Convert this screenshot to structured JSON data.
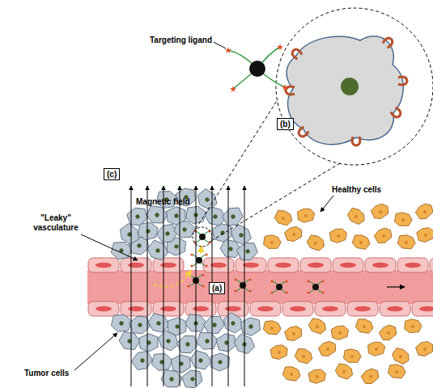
{
  "diagram": {
    "nodes": [
      {
        "text": [
          "(c)"
        ]
      },
      {
        "text": [
          "(b)"
        ]
      },
      {
        "text": [
          "(a)"
        ]
      }
    ],
    "labels": [
      "Targeting ligand",
      "Magnetic field",
      "Healthy cells",
      "\"Leaky\" vasculature",
      "Tumor cells"
    ]
  }
}
